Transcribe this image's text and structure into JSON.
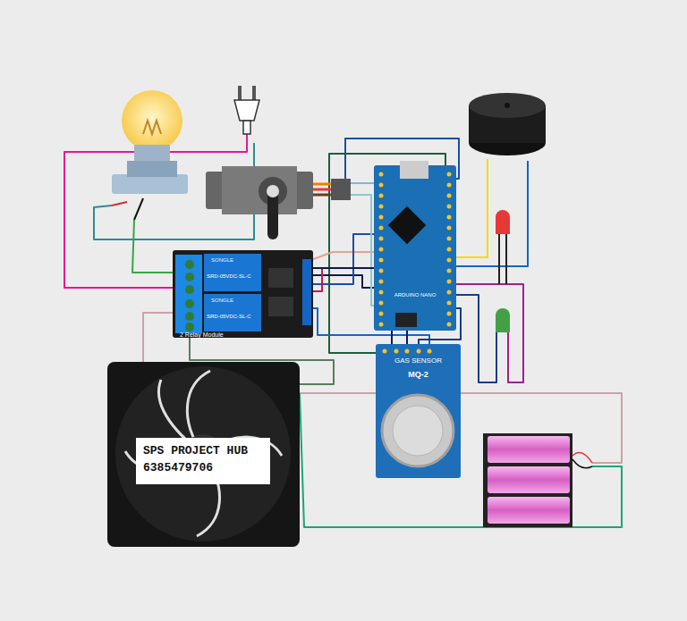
{
  "diagram": {
    "nodes": [
      {
        "text": [
          "2 Relay Module"
        ]
      },
      {
        "text": [
          "ARDUINO NANO"
        ]
      },
      {
        "text": [
          "GAS SENSOR",
          "MQ-2"
        ]
      },
      {
        "text": [
          "SPS PROJECT HUB 6385479706"
        ]
      }
    ],
    "edges": [
      {
        "from": 1,
        "to": 0,
        "arrow": "none"
      },
      {
        "from": 2,
        "to": 1,
        "arrow": "none"
      }
    ],
    "labels": [
      "SONGLE",
      "SRD-05VDC-SL-C",
      "SONGLE",
      "SRD-05VDC-SL-C"
    ]
  }
}
